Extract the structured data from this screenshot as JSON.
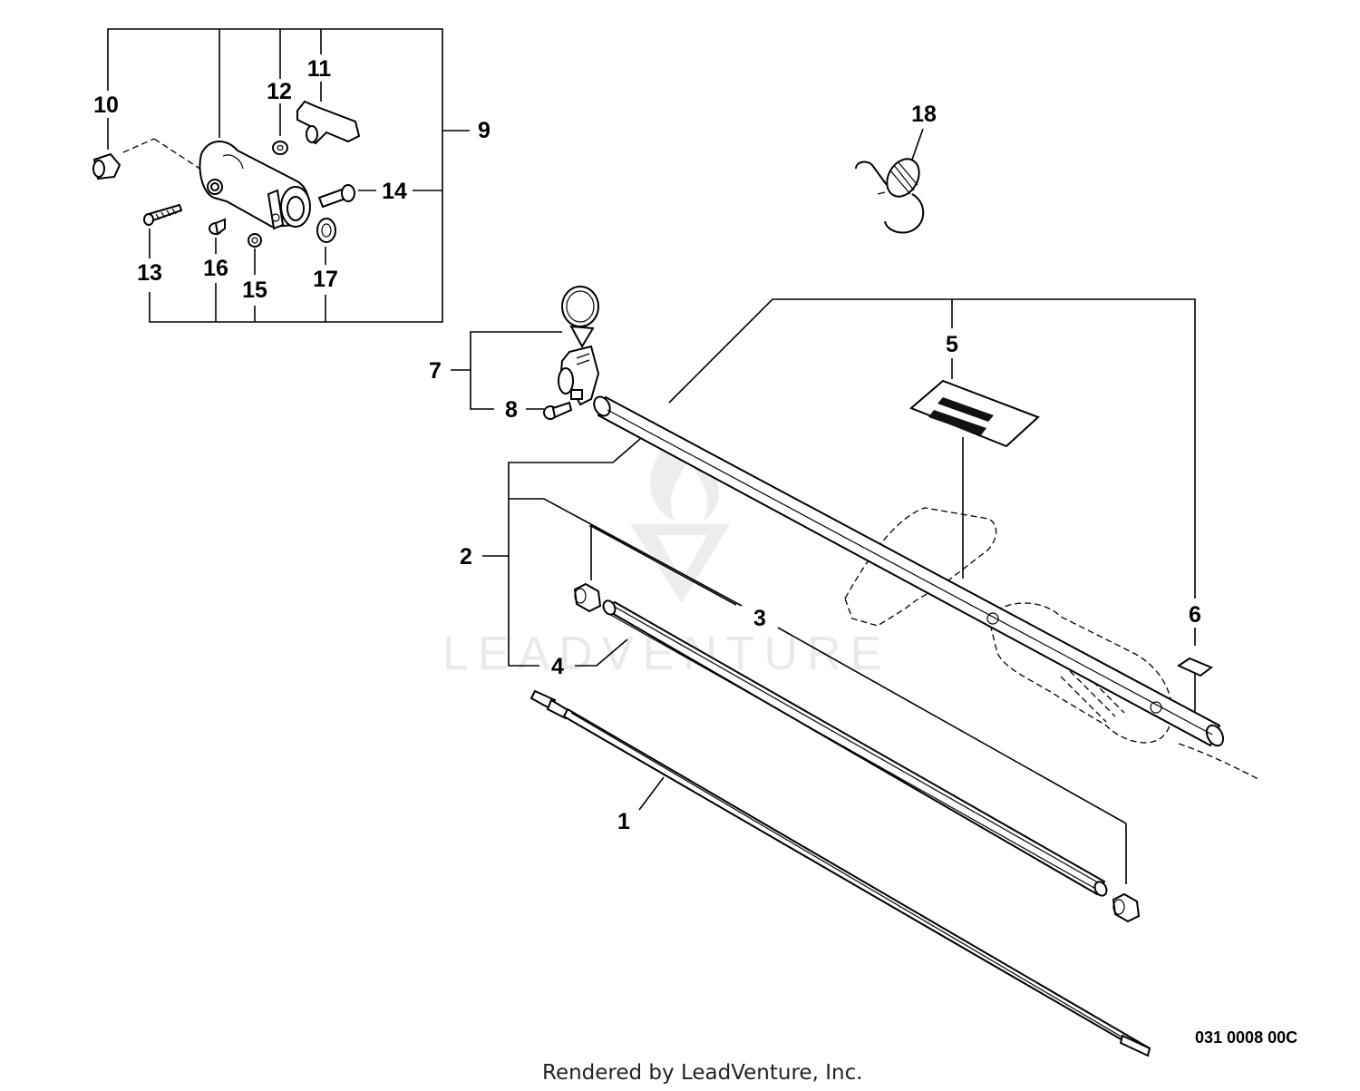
{
  "diagram": {
    "callouts": [
      "1",
      "2",
      "3",
      "4",
      "5",
      "6",
      "7",
      "8",
      "9",
      "10",
      "11",
      "12",
      "13",
      "14",
      "15",
      "16",
      "17",
      "18"
    ],
    "code": "031 0008 00C",
    "credit": "Rendered by LeadVenture, Inc.",
    "watermark": "LEADVENTURE"
  },
  "colors": {
    "line": "#000000",
    "watermark": "#e9e9e9",
    "background": "#ffffff"
  }
}
